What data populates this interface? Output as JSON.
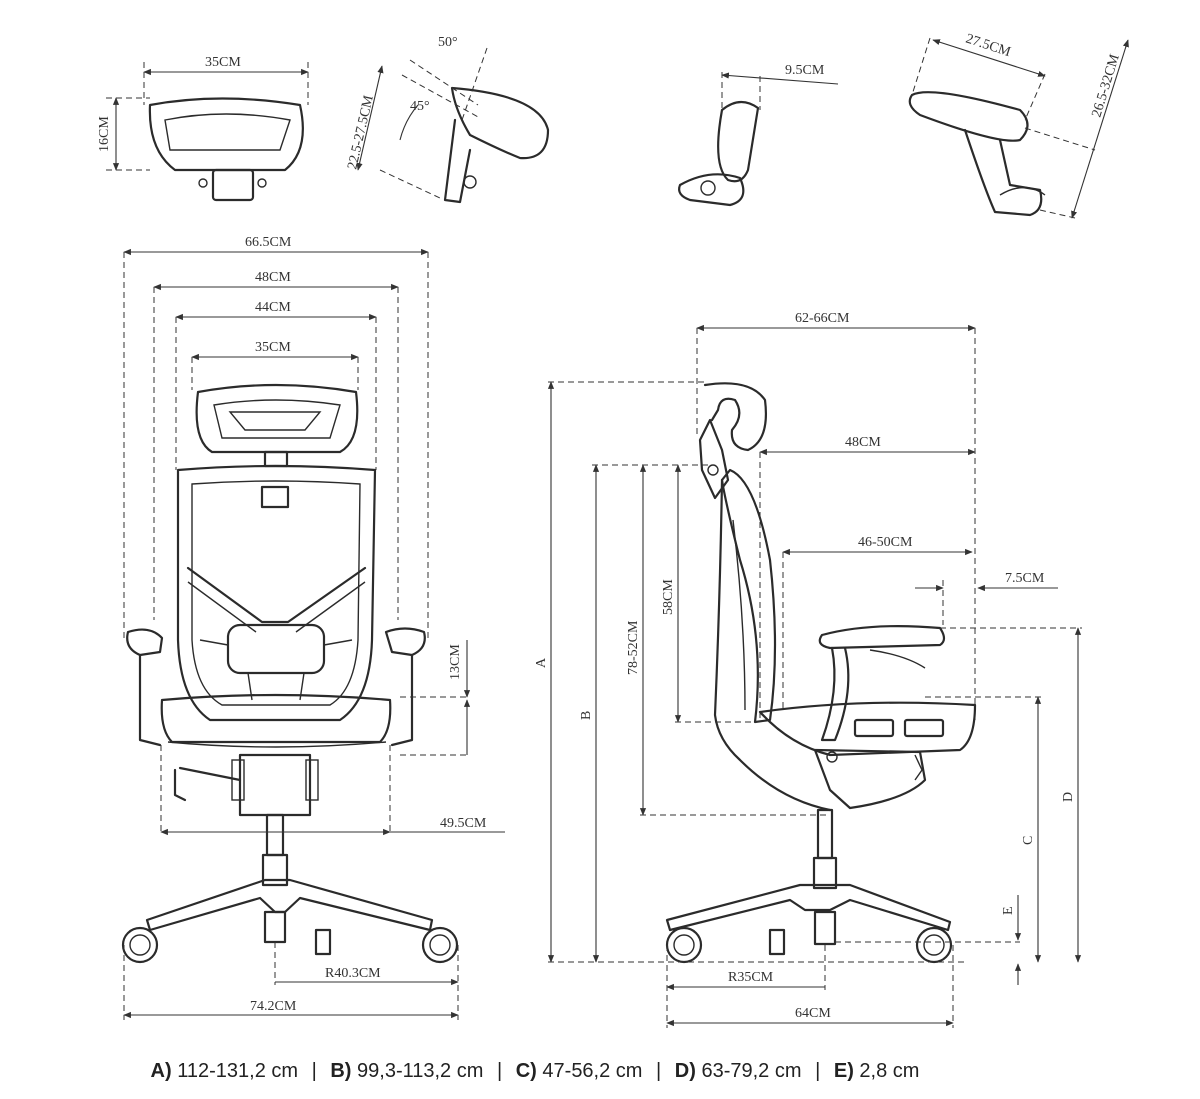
{
  "dimensions": {
    "headrest_front_width": "35CM",
    "headrest_front_height": "16CM",
    "headrest_tilt_angle": "50°",
    "headrest_tilt_angle_2": "45°",
    "headrest_height_adjust": "22.5-27.5CM",
    "armrest_pad_width": "9.5CM",
    "armrest_pad_length": "27.5CM",
    "armrest_height": "26.5-32CM",
    "front_overall_width": "66.5CM",
    "front_back_width": "48CM",
    "front_headrest_width": "44CM",
    "front_headrest_inner": "35CM",
    "armrest_adjust": "13CM",
    "seat_width": "49.5CM",
    "base_radius_front": "R40.3CM",
    "base_diameter_front": "74.2CM",
    "side_overall_depth": "62-66CM",
    "side_back_depth": "48CM",
    "side_seat_depth": "46-50CM",
    "armrest_slide": "7.5CM",
    "backrest_height": "58CM",
    "backrest_range": "78-52CM",
    "base_radius_side": "R35CM",
    "base_diameter_side": "64CM",
    "label_a": "A",
    "label_b": "B",
    "label_c": "C",
    "label_d": "D",
    "label_e": "E"
  },
  "legend": [
    {
      "key": "A)",
      "value": "112-131,2 cm"
    },
    {
      "key": "B)",
      "value": "99,3-113,2 cm"
    },
    {
      "key": "C)",
      "value": "47-56,2 cm"
    },
    {
      "key": "D)",
      "value": "63-79,2 cm"
    },
    {
      "key": "E)",
      "value": "2,8 cm"
    }
  ]
}
